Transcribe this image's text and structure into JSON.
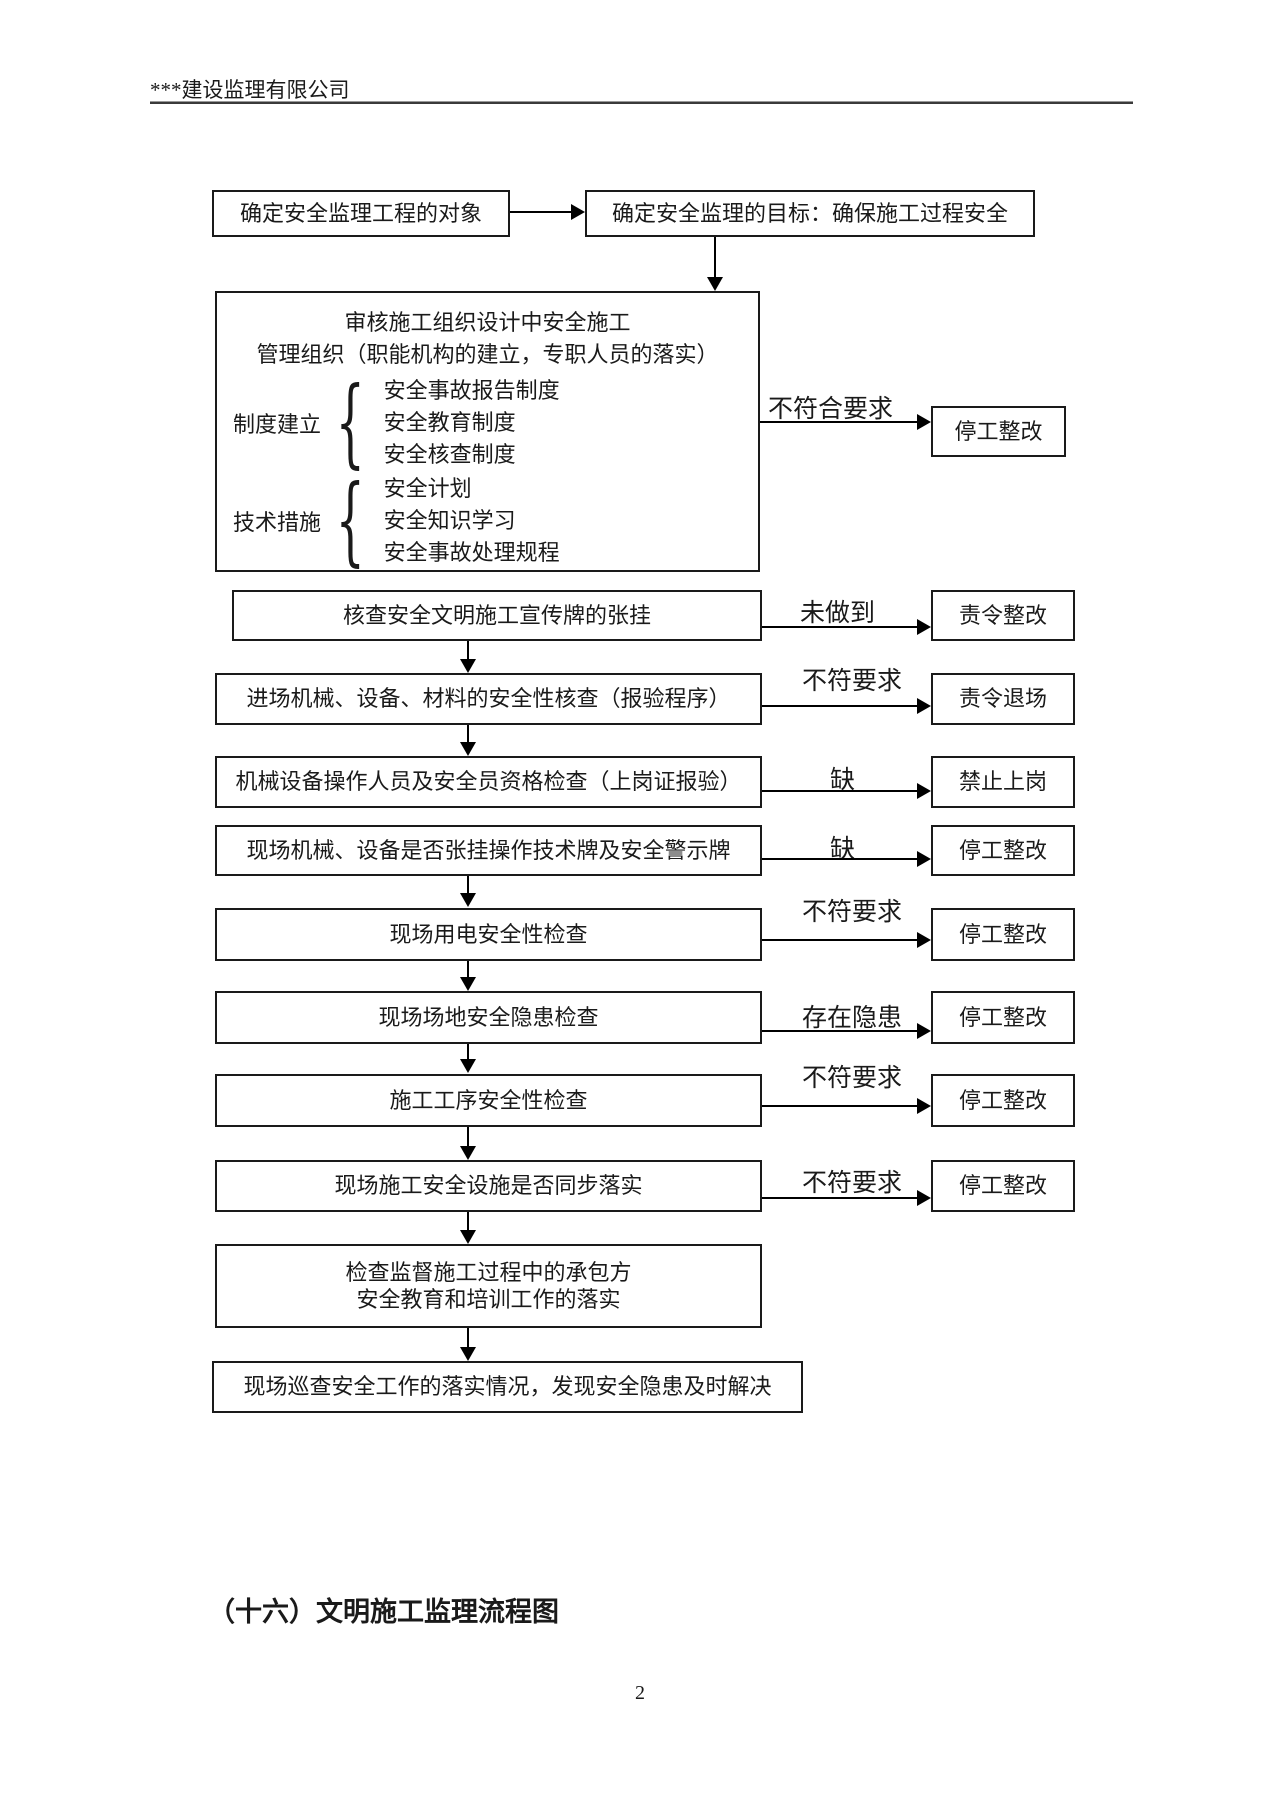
{
  "header": {
    "company": "***建设监理有限公司"
  },
  "flowchart": {
    "start": {
      "object_box": "确定安全监理工程的对象",
      "goal_box": "确定安全监理的目标：确保施工过程安全"
    },
    "review": {
      "line1": "审核施工组织设计中安全施工",
      "line2": "管理组织（职能机构的建立，专职人员的落实）",
      "groups": [
        {
          "label": "制度建立",
          "items": [
            "安全事故报告制度",
            "安全教育制度",
            "安全核查制度"
          ]
        },
        {
          "label": "技术措施",
          "items": [
            "安全计划",
            "安全知识学习",
            "安全事故处理规程"
          ]
        }
      ],
      "condition": "不符合要求",
      "result": "停工整改"
    },
    "steps": [
      {
        "text": "核查安全文明施工宣传牌的张挂",
        "condition": "未做到",
        "result": "责令整改"
      },
      {
        "text": "进场机械、设备、材料的安全性核查（报验程序）",
        "condition": "不符要求",
        "result": "责令退场"
      },
      {
        "text": "机械设备操作人员及安全员资格检查（上岗证报验）",
        "condition": "缺",
        "result": "禁止上岗"
      },
      {
        "text": "现场机械、设备是否张挂操作技术牌及安全警示牌",
        "condition": "缺",
        "result": "停工整改"
      },
      {
        "text": "现场用电安全性检查",
        "condition": "不符要求",
        "result": "停工整改"
      },
      {
        "text": "现场场地安全隐患检查",
        "condition": "存在隐患",
        "result": "停工整改"
      },
      {
        "text": "施工工序安全性检查",
        "condition": "不符要求",
        "result": "停工整改"
      },
      {
        "text": "现场施工安全设施是否同步落实",
        "condition": "不符要求",
        "result": "停工整改"
      },
      {
        "line1": "检查监督施工过程中的承包方",
        "line2": "安全教育和培训工作的落实"
      },
      {
        "text": "现场巡查安全工作的落实情况，发现安全隐患及时解决"
      }
    ],
    "glyphs": {
      "brace": "{"
    },
    "colors": {
      "ink": "#1a1a1a",
      "background": "#ffffff"
    }
  },
  "footer": {
    "section_heading": "（十六）文明施工监理流程图",
    "page_number": "2"
  }
}
